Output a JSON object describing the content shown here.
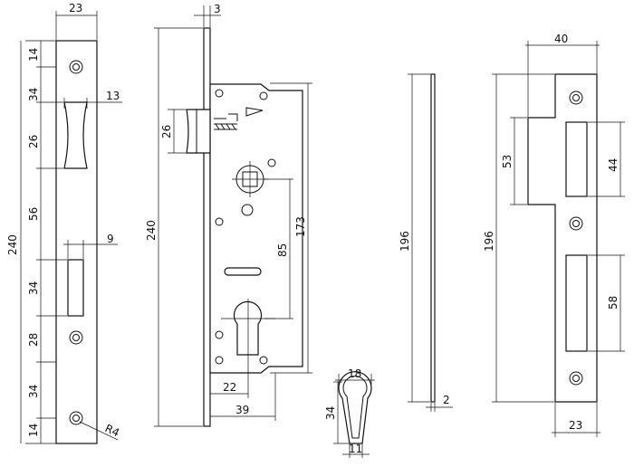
{
  "faceplate": {
    "width": "23",
    "height": "240",
    "segments": [
      "14",
      "34",
      "26",
      "56",
      "34",
      "28",
      "34",
      "14"
    ],
    "latch_width": "13",
    "bolt_width": "9",
    "radius": "R4"
  },
  "lock_body": {
    "plate_thickness": "3",
    "height": "240",
    "latch_height": "26",
    "body_height": "173",
    "spindle_to_cylinder": "85",
    "backset_inner": "22",
    "backset_total": "39"
  },
  "cylinder_profile": {
    "top_width": "18",
    "height": "34",
    "bottom_width": "11"
  },
  "side_strip": {
    "height": "196",
    "thickness": "2"
  },
  "strike_plate": {
    "top_width": "40",
    "height": "196",
    "upper_offset": "53",
    "upper_opening": "44",
    "lower_opening": "58",
    "width": "23"
  }
}
